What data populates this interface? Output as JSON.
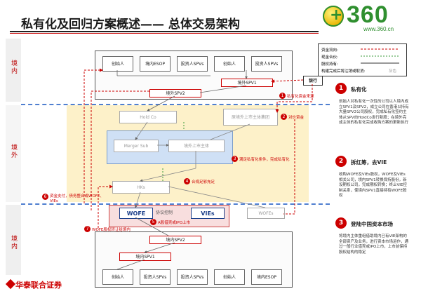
{
  "title": "私有化及回归方案概述—— 总体交易架构",
  "brand": {
    "name": "360",
    "site": "www.360.cn",
    "footer": "华泰联合证券"
  },
  "regions": {
    "inside_top": "境内",
    "outside": "境外",
    "inside_bottom": "境内"
  },
  "legend": {
    "capital": "资金流向:",
    "shares": "现金合伙:",
    "ownership": "股权持有:",
    "structure": "构建完成后将注销或取消:",
    "structure_value": "灰色"
  },
  "top_entities": [
    "创始人",
    "境内ESOP",
    "投资人SPVs",
    "创始人",
    "投资人SPVs"
  ],
  "bottom_entities": [
    "创始人",
    "投资人SPVs",
    "投资人SPVs",
    "创始人",
    "境内ESOP"
  ],
  "boxes": {
    "spv1_top": "境外SPV1",
    "spv2_top": "境外SPV2",
    "bank": "银行",
    "holdco": "Hold Co",
    "listed_main": "原境外上市主体集团",
    "merger_sub": "Merger Sub",
    "listed_entity": "境外上市主体",
    "hks": "HKs",
    "wofe": "WOFE",
    "vies": "VIEs",
    "wofes": "WOFEs",
    "spv2_bottom": "境内SPV2",
    "spv1_bottom": "境内SPV1",
    "vie_label": "协议控制"
  },
  "notes": {
    "n1": "私有化资金来源",
    "n2": "对价资金",
    "n3": "满足私有化条件，完成私有化",
    "n4": "合规足够充足",
    "n5": "A股借壳或IPO上市",
    "n6": "资金支付，债务整合或WOFE、VIEs",
    "n7": "WOFE股权转让给境内"
  },
  "side": {
    "s1_title": "私有化",
    "s1_text": "创始人对私有化一次性的公司以人境内成立SPV1及SPV2，成立公司在香港以持有大量SPV2公司股权，完成私有化签约主体从SPV向HoldCo发行新股；在境外完成主体的私有化完成收购方案的更新执行",
    "s2_title": "拆红筹，去VIE",
    "s2_text": "收购WOFE及VIEs股权，WOFE及VIEs相关公司，境内SPV1转换保持股份，新设期权公司，完成期权转换；终止VIE控制关系，使境内SPV1直接持有WOFE股权",
    "s3_title": "登陆中国资本市场",
    "s3_text": "将境内主体重组借助境内已有VIE架构的全部资产及业务，进行资本市场运作，通过一般行业借壳或IPO上市，上市前保持股权结构的稳定"
  },
  "step_numbers": [
    "1",
    "2",
    "3",
    "4",
    "5",
    "6",
    "7"
  ]
}
